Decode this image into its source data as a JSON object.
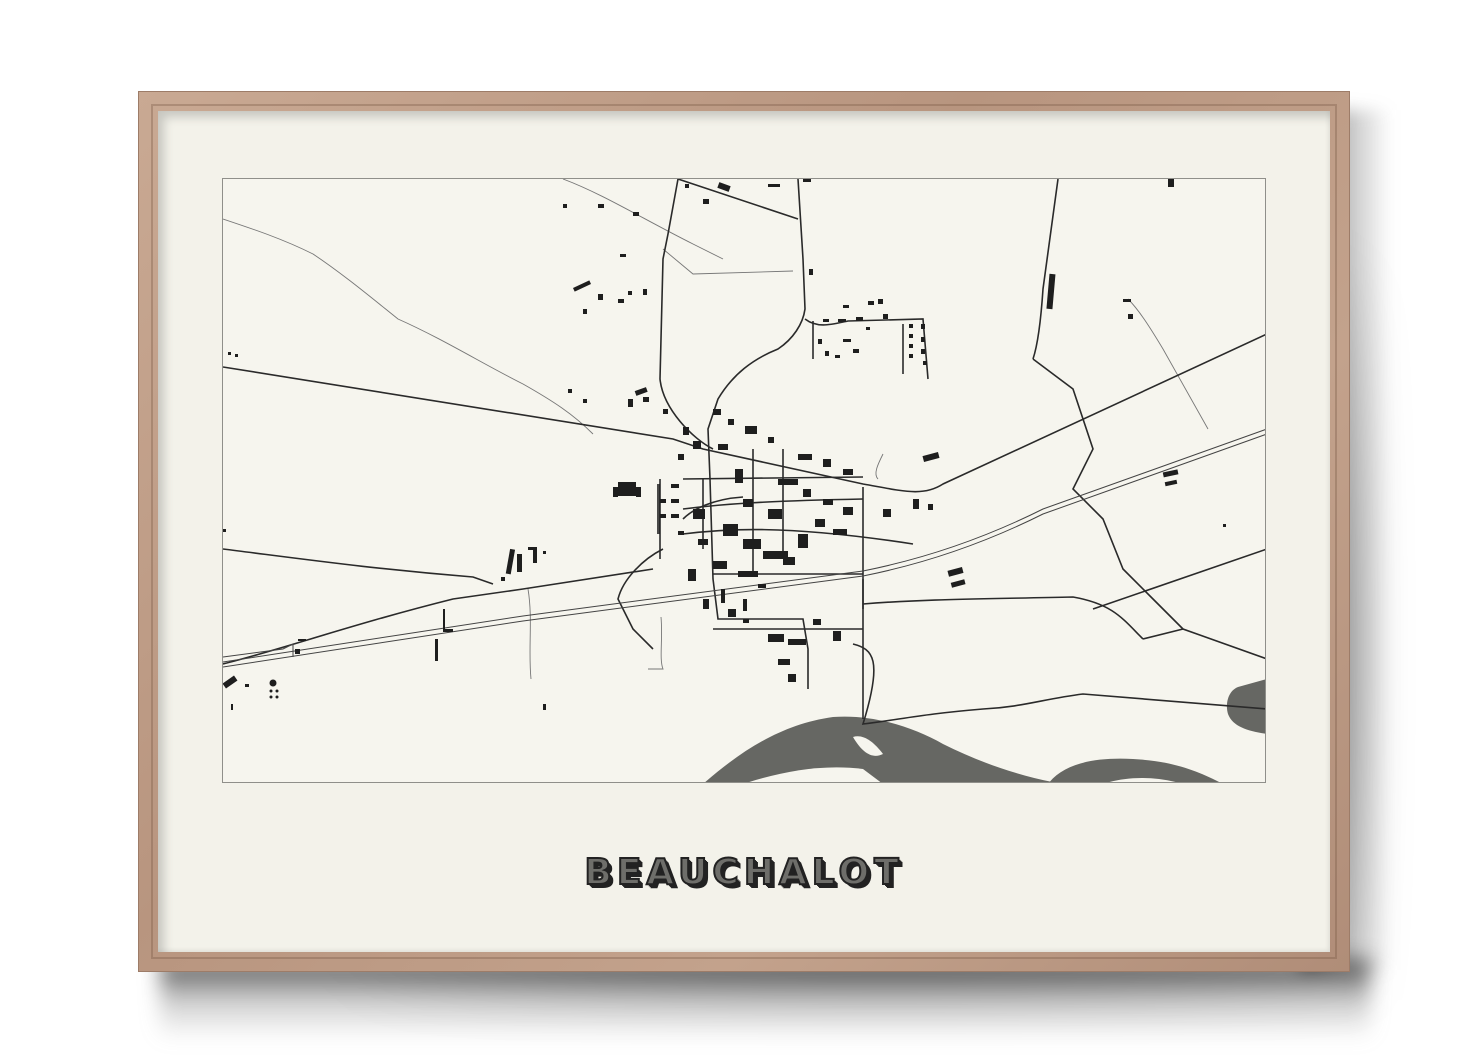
{
  "poster": {
    "title": "BEAUCHALOT",
    "frame_color": "#bd9c86",
    "mat_color": "#f3f2ea",
    "map_background": "#f6f5ee",
    "ink_color": "#1e1e1e",
    "water_color": "#666763",
    "title_fill_color": "#6e6e6a",
    "title_outline_color": "#222222"
  },
  "map": {
    "features": [
      "roads",
      "railway",
      "buildings",
      "river",
      "pond",
      "paths"
    ]
  }
}
